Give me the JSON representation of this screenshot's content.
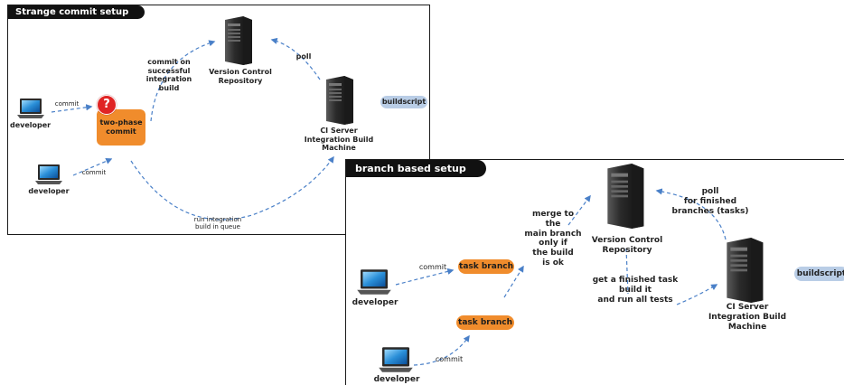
{
  "panel1": {
    "title": "Strange commit setup",
    "developer_top": "developer",
    "developer_bottom": "developer",
    "commit_top": "commit",
    "commit_bottom": "commit",
    "two_phase": "two-phase\ncommit",
    "question_mark": "?",
    "commit_on_success": "commit on\nsuccessful\nintegration\nbuild",
    "vcr": "Version Control\nRepository",
    "poll": "poll",
    "ci_server": "CI Server\nIntegration Build\nMachine",
    "buildscript": "buildscript",
    "run_integration": "run integration\nbuild in queue"
  },
  "panel2": {
    "title": "branch based setup",
    "developer_top": "developer",
    "developer_bottom": "developer",
    "commit_top": "commit",
    "commit_bottom": "commit",
    "task_branch_top": "task branch",
    "task_branch_bottom": "task branch",
    "merge": "merge to the\nmain branch\nonly if\nthe build\nis ok",
    "vcr": "Version Control\nRepository",
    "poll": "poll\nfor finished\nbranches (tasks)",
    "get_finished": "get a finished task\nbuild it\nand run all tests",
    "ci_server": "CI Server\nIntegration Build\nMachine",
    "buildscript": "buildscript"
  },
  "colors": {
    "orange": "#f08c2c",
    "arrow_blue": "#4a80c8",
    "pill_blue": "#b9cde6",
    "badge_red": "#e02424"
  },
  "icons": [
    "server-tower-icon",
    "laptop-icon",
    "question-badge-icon"
  ]
}
